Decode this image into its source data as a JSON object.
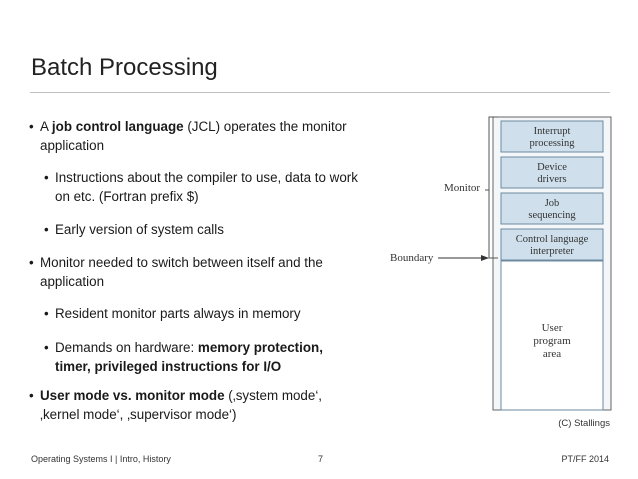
{
  "slide": {
    "title": "Batch Processing"
  },
  "bullets": [
    {
      "level": 1,
      "segments": [
        {
          "text": "A ",
          "bold": false
        },
        {
          "text": "job control language",
          "bold": true
        },
        {
          "text": " (JCL) operates the monitor application",
          "bold": false
        }
      ]
    },
    {
      "level": 2,
      "segments": [
        {
          "text": "Instructions about the compiler to use, data to work on etc. (Fortran prefix $)",
          "bold": false
        }
      ]
    },
    {
      "level": 2,
      "segments": [
        {
          "text": "Early version of system calls",
          "bold": false
        }
      ]
    },
    {
      "level": 1,
      "segments": [
        {
          "text": "Monitor needed to switch between itself and the application",
          "bold": false
        }
      ]
    },
    {
      "level": 2,
      "segments": [
        {
          "text": "Resident monitor parts always in memory",
          "bold": false
        }
      ]
    },
    {
      "level": 2,
      "segments": [
        {
          "text": "Demands on hardware: ",
          "bold": false
        },
        {
          "text": "memory protection, timer, privileged instructions for I/O",
          "bold": true
        }
      ]
    },
    {
      "level": 1,
      "segments": [
        {
          "text": "User mode vs. monitor mode",
          "bold": true
        },
        {
          "text": " (‚system mode‘, ‚kernel mode‘, ‚supervisor mode‘)",
          "bold": false
        }
      ]
    }
  ],
  "diagram": {
    "monitor_label": "Monitor",
    "boundary_label": "Boundary",
    "blocks": [
      {
        "lines": [
          "Interrupt",
          "processing"
        ]
      },
      {
        "lines": [
          "Device",
          "drivers"
        ]
      },
      {
        "lines": [
          "Job",
          "sequencing"
        ]
      },
      {
        "lines": [
          "Control language",
          "interpreter"
        ]
      }
    ],
    "user_area": [
      "User",
      "program",
      "area"
    ],
    "colors": {
      "block_fill": "#cfe0ec",
      "block_stroke": "#6d8aa0",
      "text": "#333333"
    }
  },
  "credit": "(C) Stallings",
  "footer": {
    "left": "Operating Systems I | Intro, History",
    "page": "7",
    "right": "PT/FF 2014"
  }
}
